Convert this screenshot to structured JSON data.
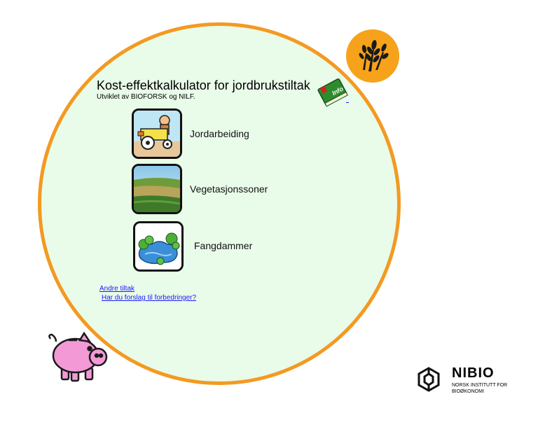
{
  "app": {
    "title": "Kost-effektkalkulator for jordbrukstiltak",
    "subtitle": "Utviklet av BIOFORSK og NILF."
  },
  "info_badge": "Info",
  "tools": [
    {
      "label": "Jordarbeiding",
      "icon": "tractor-icon"
    },
    {
      "label": "Vegetasjonssoner",
      "icon": "field-icon"
    },
    {
      "label": "Fangdammer",
      "icon": "pond-icon"
    }
  ],
  "links": {
    "other_measures": "Andre tiltak",
    "suggestions": "Har du forslag til forbedringer?"
  },
  "logo": {
    "name": "NIBIO",
    "subtitle": "NORSK INSTITUTT FOR BIOØKONOMI"
  },
  "colors": {
    "circle_fill": "#e9fbe9",
    "circle_border": "#f39a21",
    "link": "#1a1aff",
    "pig": "#f39ad6"
  }
}
